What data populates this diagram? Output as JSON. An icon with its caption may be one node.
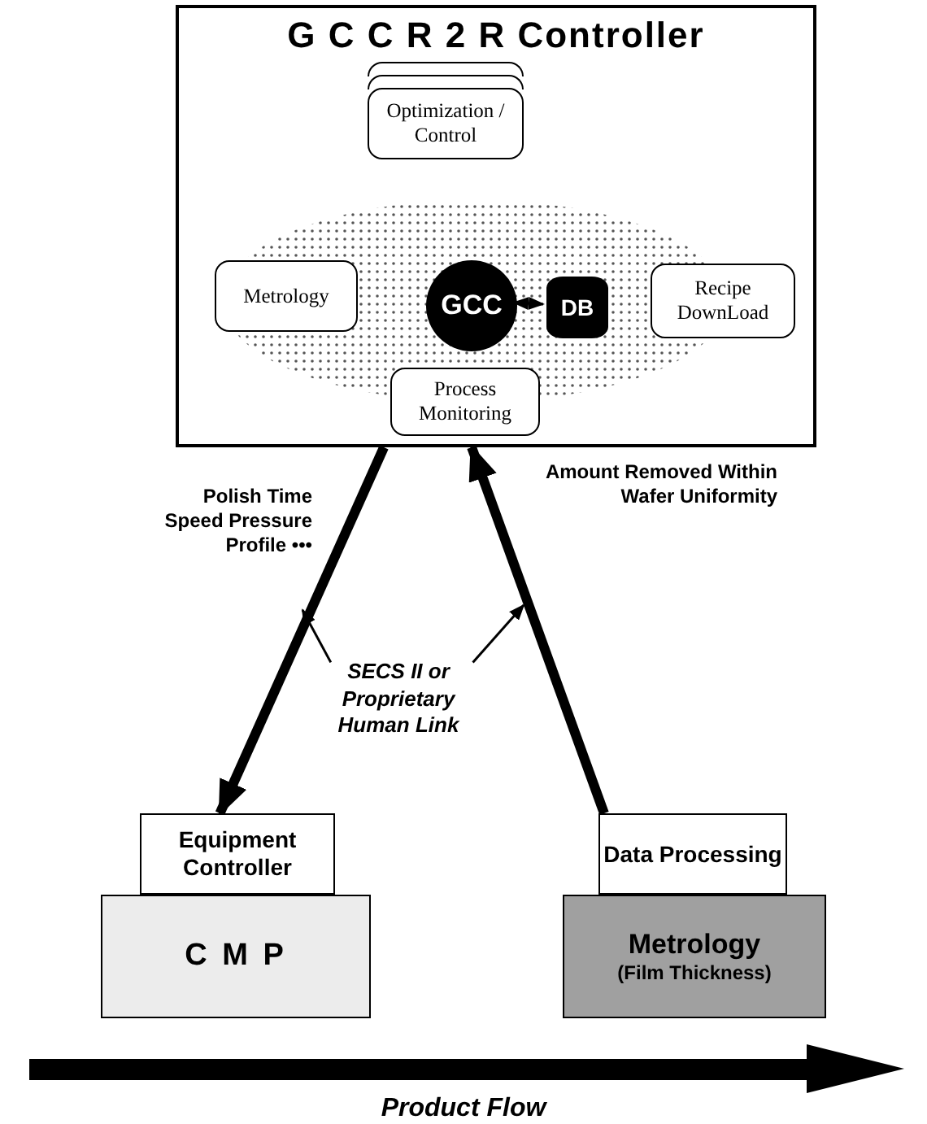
{
  "diagram": {
    "nodes": [
      {
        "text": [
          "G C C R 2 R Controller"
        ]
      },
      {
        "text": [
          "Optimization / Control"
        ],
        "in": 0
      },
      {
        "text": [
          "Metrology"
        ],
        "in": 0
      },
      {
        "text": [
          "GCC"
        ],
        "in": 0
      },
      {
        "text": [
          "DB"
        ],
        "in": 0
      },
      {
        "text": [
          "Recipe DownLoad"
        ],
        "in": 0
      },
      {
        "text": [
          "Process Monitoring"
        ],
        "in": 0
      },
      {
        "text": [
          "Equipment Controller"
        ]
      },
      {
        "text": [
          "C M P"
        ]
      },
      {
        "text": [
          "Data Processing"
        ]
      },
      {
        "text": [
          "Metrology",
          "(Film Thickness)"
        ]
      },
      {
        "text": [
          "SECS II or Proprietary Human Link"
        ]
      },
      {
        "text": [],
        "shape": "box",
        "in": 0
      },
      {
        "text": [],
        "shape": "box",
        "in": 0
      }
    ],
    "edges": [
      {
        "from": 0,
        "to": 7,
        "arrow": "to",
        "style": "thick",
        "label": "Polish Time Speed Pressure Profile •••"
      },
      {
        "from": 9,
        "to": 0,
        "arrow": "to",
        "style": "thick",
        "label": "Amount Removed Within Wafer Uniformity"
      },
      {
        "from": 3,
        "to": 4,
        "arrow": "both"
      },
      {
        "from": 11,
        "to": null,
        "arrow": "to"
      },
      {
        "from": 11,
        "to": null,
        "arrow": "to"
      }
    ],
    "labels": [
      "Product Flow"
    ]
  }
}
